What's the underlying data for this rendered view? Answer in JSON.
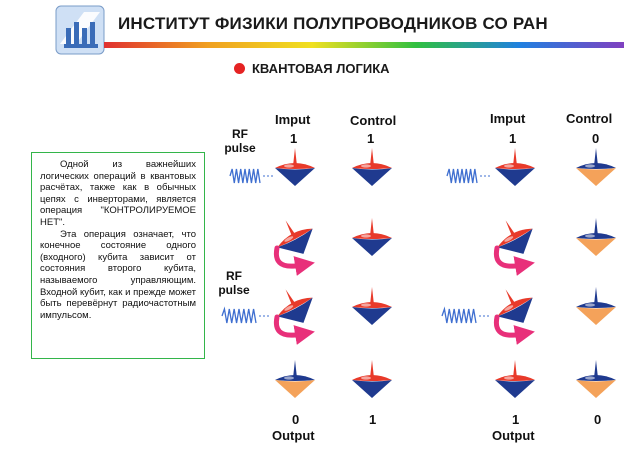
{
  "header": {
    "title": "ИНСТИТУТ ФИЗИКИ ПОЛУПРОВОДНИКОВ СО РАН",
    "subtitle": "КВАНТОВАЯ ЛОГИКА"
  },
  "description": {
    "p1": "Одной из важнейших логических операций в квантовых расчётах, также как в обычных цепях с инверторами, является операция \"КОНТРОЛИРУЕМОЕ НЕТ\".",
    "p2": "Эта операция означает, что конечное состояние одного (входного) кубита зависит от состояния второго кубита, называемого управляющим. Входной кубит, как и прежде может быть перевёрнут радиочастотным импульсом."
  },
  "left_case": {
    "input_label": "Imput",
    "control_label": "Control",
    "input_value": "1",
    "control_value": "1",
    "rf_line1": "RF",
    "rf_line2": "pulse",
    "rf2_line1": "RF",
    "rf2_line2": "pulse",
    "output_value": "0",
    "output_control_value": "1",
    "output_label": "Output"
  },
  "right_case": {
    "input_label": "Imput",
    "control_label": "Control",
    "input_value": "1",
    "control_value": "0",
    "output_value": "1",
    "output_control_value": "0",
    "output_label": "Output"
  },
  "colors": {
    "spin_up": "#e83a2a",
    "spin_down": "#1f3a8f",
    "spin_orange": "#f4a25a",
    "arrow": "#e8307a",
    "wave": "#3f6fd0",
    "frame": "#33b54a"
  }
}
